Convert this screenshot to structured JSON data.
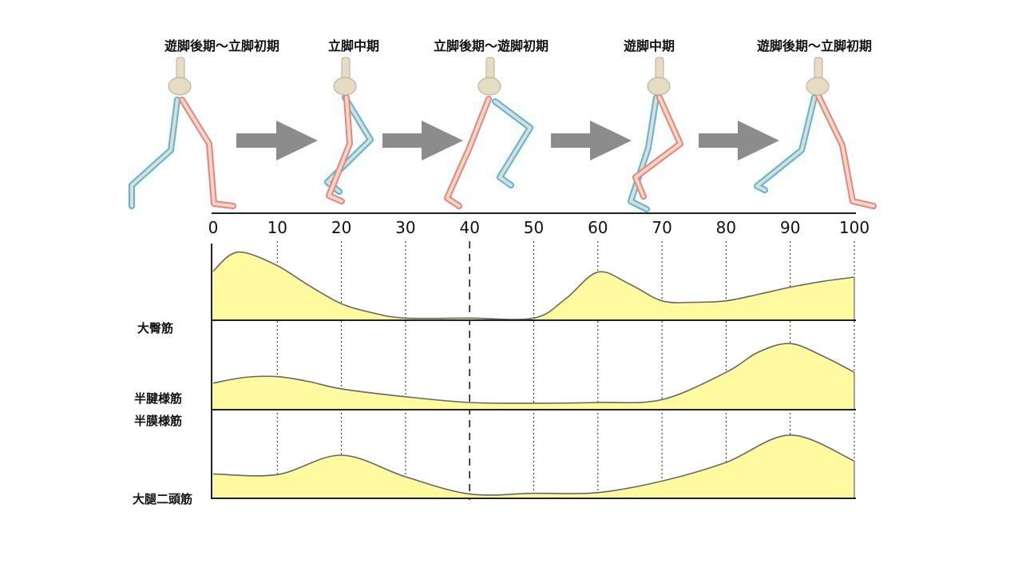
{
  "phases": [
    "遊脚後期〜立脚初期",
    "立脚中期",
    "立脚後期〜遊脚初期",
    "遊脚中期",
    "遊脚後期〜立脚初期"
  ],
  "colors": {
    "fill": "#fffaa0",
    "line": "#666666",
    "arrow": "#8c8c8c",
    "active_leg": "#f08080",
    "other_leg": "#4db8ee",
    "bone": "#e6dcc4"
  },
  "chart_data": {
    "type": "area",
    "title": "",
    "xlabel": "",
    "ylabel": "",
    "xlim": [
      0,
      100
    ],
    "ylim": [
      0,
      100
    ],
    "x_ticks": [
      "0",
      "10",
      "20",
      "30",
      "40",
      "50",
      "60",
      "70",
      "80",
      "90",
      "100"
    ],
    "dashed_marker_x": 40,
    "series": [
      {
        "name": "大臀筋",
        "x": [
          0,
          2.5,
          5,
          10,
          15,
          20,
          25,
          30,
          40,
          50,
          55,
          60,
          65,
          70,
          75,
          80,
          85,
          90,
          95,
          100
        ],
        "values": [
          68,
          90,
          94,
          76,
          48,
          23,
          10,
          3,
          3,
          3,
          30,
          67,
          50,
          27,
          25,
          27,
          36,
          46,
          54,
          60
        ]
      },
      {
        "name": "半腱様筋\n半膜様筋",
        "label_lines": [
          "半腱様筋",
          "半膜様筋"
        ],
        "x": [
          0,
          5,
          10,
          15,
          20,
          30,
          40,
          50,
          60,
          70,
          80,
          85,
          90,
          95,
          100
        ],
        "values": [
          37,
          45,
          46,
          39,
          29,
          18,
          10,
          9,
          10,
          14,
          52,
          80,
          92,
          75,
          52
        ]
      },
      {
        "name": "大腿二頭筋",
        "x": [
          0,
          10,
          20,
          30,
          40,
          50,
          60,
          70,
          80,
          90,
          100
        ],
        "values": [
          34,
          33,
          60,
          30,
          6,
          7,
          8,
          24,
          50,
          88,
          52
        ]
      }
    ]
  }
}
